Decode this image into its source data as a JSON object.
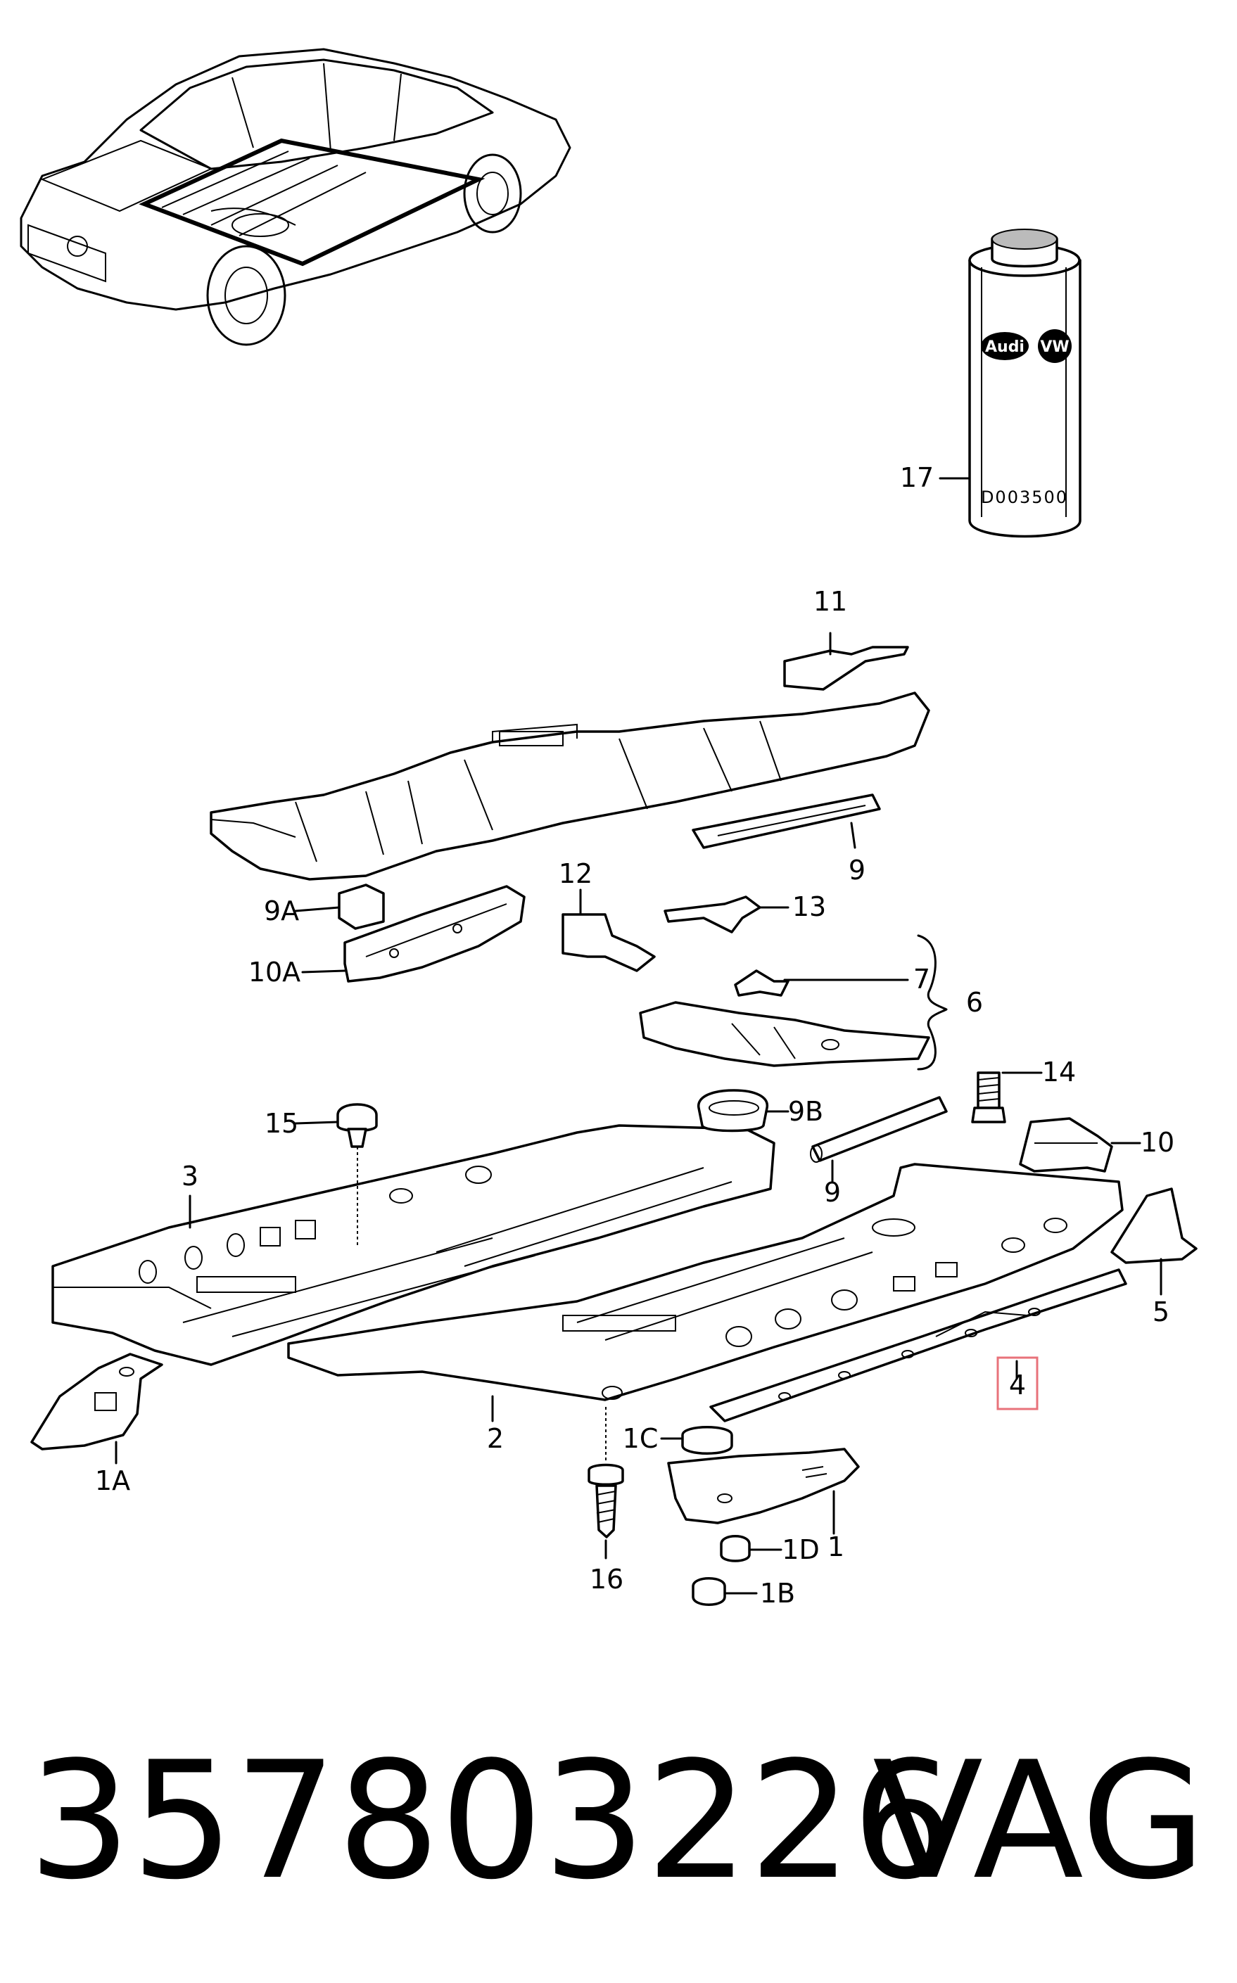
{
  "footer": {
    "part_number": "357803226",
    "brand": "VAG"
  },
  "can": {
    "code": "D003500",
    "logo_left": "Audi",
    "logo_right": "VW"
  },
  "callouts": {
    "c17": "17",
    "c11": "11",
    "c9_top": "9",
    "c9A": "9A",
    "c12": "12",
    "c13": "13",
    "c10A": "10A",
    "c7": "7",
    "c6": "6",
    "c14": "14",
    "c15": "15",
    "c9B": "9B",
    "c10": "10",
    "c3": "3",
    "c9_mid": "9",
    "c5": "5",
    "c4": "4",
    "c2": "2",
    "c1C": "1C",
    "c1A": "1A",
    "c1D": "1D",
    "c1": "1",
    "c16": "16",
    "c1B": "1B"
  },
  "highlight_color": "#e8727a"
}
